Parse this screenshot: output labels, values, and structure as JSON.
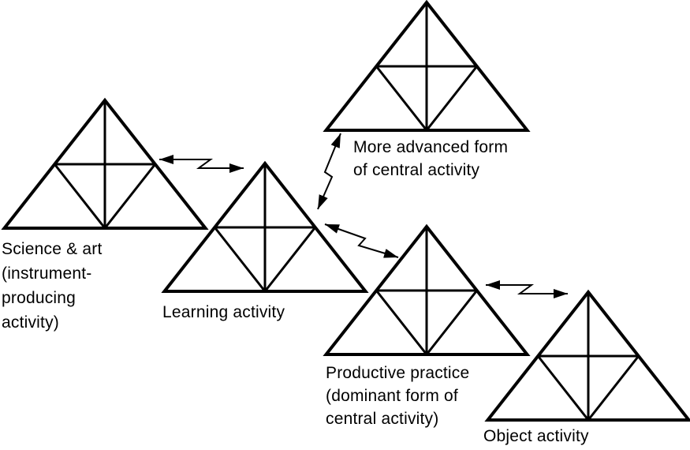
{
  "diagram": {
    "background": "#ffffff",
    "line_color": "#000000",
    "nodes": [
      {
        "id": "science-art",
        "label_lines": [
          "Science & art",
          "(instrument-",
          "producing",
          "activity)"
        ]
      },
      {
        "id": "learning",
        "label_lines": [
          "Learning activity"
        ]
      },
      {
        "id": "more-advanced",
        "label_lines": [
          "More advanced form",
          "of central activity"
        ]
      },
      {
        "id": "productive-practice",
        "label_lines": [
          "Productive practice",
          "(dominant form of",
          "central activity)"
        ]
      },
      {
        "id": "object-activity",
        "label_lines": [
          "Object activity"
        ]
      }
    ],
    "connections": [
      {
        "from": "science-art",
        "to": "learning",
        "style": "double-headed zigzag arrow"
      },
      {
        "from": "learning",
        "to": "more-advanced",
        "style": "double-headed zigzag arrow"
      },
      {
        "from": "learning",
        "to": "productive-practice",
        "style": "double-headed zigzag arrow"
      },
      {
        "from": "productive-practice",
        "to": "object-activity",
        "style": "double-headed zigzag arrow"
      }
    ]
  }
}
